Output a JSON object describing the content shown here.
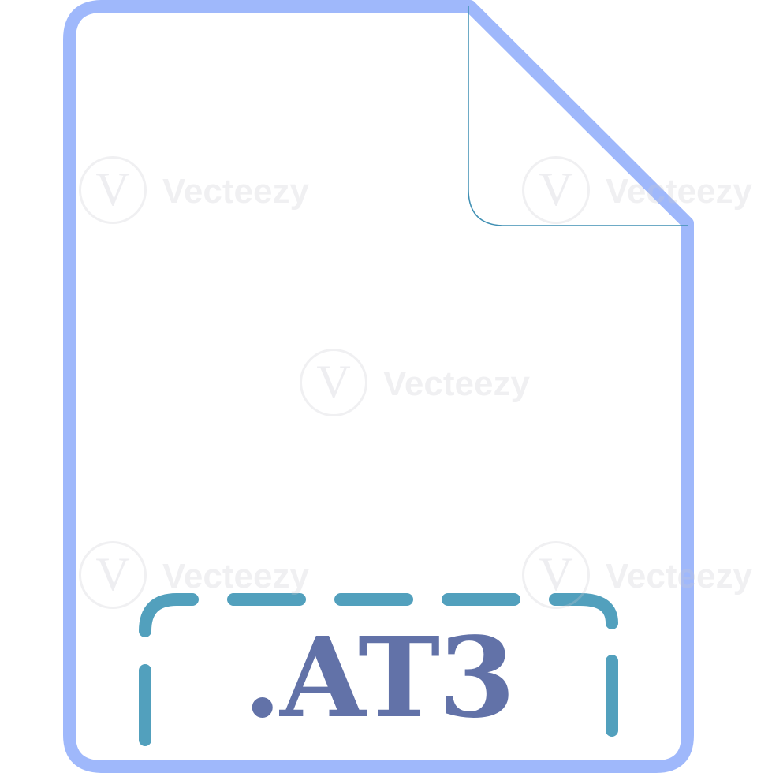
{
  "file_icon": {
    "extension_label": ".AT3",
    "colors": {
      "outline": "#9fb8fb",
      "fold_line": "#3f8fb3",
      "dashed_frame": "#52a0bd",
      "label": "#6272a8",
      "background": "#ffffff"
    }
  },
  "watermark": {
    "text": "Vecteezy",
    "mark": "V"
  }
}
